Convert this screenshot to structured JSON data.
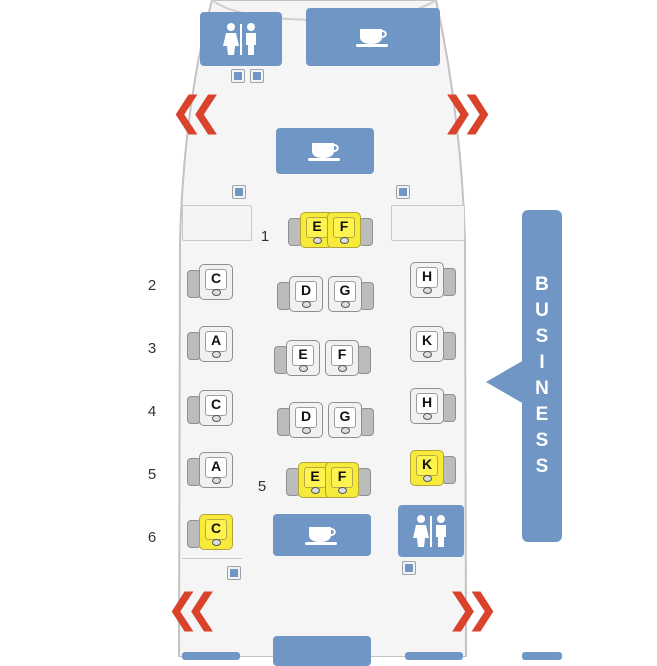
{
  "cabin": {
    "section_label": "BUSINESS",
    "row_numbers": [
      "1",
      "2",
      "3",
      "4",
      "5",
      "6",
      "5"
    ],
    "exits": {
      "left": "❮❮",
      "right": "❯❯"
    }
  },
  "seats": [
    {
      "row": 1,
      "letter": "E",
      "status": "available"
    },
    {
      "row": 1,
      "letter": "F",
      "status": "available"
    },
    {
      "row": 2,
      "letter": "C",
      "status": "standard"
    },
    {
      "row": 2,
      "letter": "D",
      "status": "standard"
    },
    {
      "row": 2,
      "letter": "G",
      "status": "standard"
    },
    {
      "row": 2,
      "letter": "H",
      "status": "standard"
    },
    {
      "row": 3,
      "letter": "A",
      "status": "standard"
    },
    {
      "row": 3,
      "letter": "E",
      "status": "standard"
    },
    {
      "row": 3,
      "letter": "F",
      "status": "standard"
    },
    {
      "row": 3,
      "letter": "K",
      "status": "standard"
    },
    {
      "row": 4,
      "letter": "C",
      "status": "standard"
    },
    {
      "row": 4,
      "letter": "D",
      "status": "standard"
    },
    {
      "row": 4,
      "letter": "G",
      "status": "standard"
    },
    {
      "row": 4,
      "letter": "H",
      "status": "standard"
    },
    {
      "row": 5,
      "letter": "A",
      "status": "standard"
    },
    {
      "row": 5,
      "letter": "E",
      "status": "available"
    },
    {
      "row": 5,
      "letter": "F",
      "status": "available"
    },
    {
      "row": 5,
      "letter": "K",
      "status": "available"
    },
    {
      "row": 6,
      "letter": "C",
      "status": "available"
    }
  ],
  "colors": {
    "galley": "#6f96c5",
    "available_seat": "#f6ea3a",
    "standard_seat": "#f1f1f1",
    "exit_arrow": "#d9432c",
    "fuselage_outline": "#c3c3c3"
  },
  "icons": {
    "galley": "coffee-cup-icon",
    "lavatory": "restroom-icon",
    "exit": "exit-arrow-icon"
  }
}
